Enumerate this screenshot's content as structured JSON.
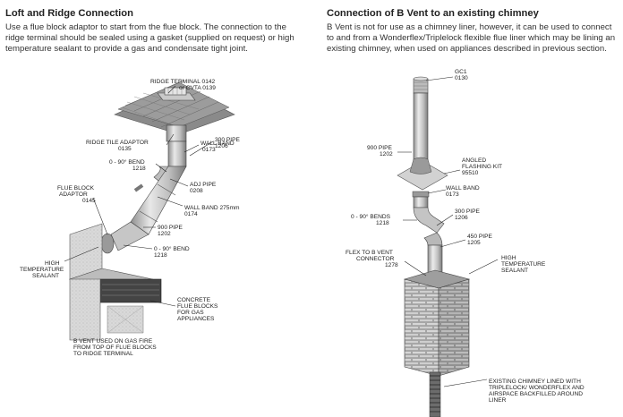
{
  "left": {
    "title": "Loft and Ridge Connection",
    "body": "Use a flue block adaptor to start from the flue block. The connection to the ridge terminal should be sealed using a gasket (supplied on request) or high temperature sealant to provide a gas and condensate tight joint.",
    "labels": {
      "ridge_terminal": [
        "RIDGE TERMINAL  0142",
        "or CVTA  0139"
      ],
      "ridge_tile_adaptor": [
        "RIDGE TILE ADAPTOR",
        "0135"
      ],
      "wall_band_top": [
        "WALL BAND",
        "0173"
      ],
      "bend_top": [
        "0 - 90° BEND",
        "1218"
      ],
      "pipe_300": [
        "300 PIPE",
        "1206"
      ],
      "adj_pipe": [
        "ADJ PIPE",
        "0208"
      ],
      "flue_block_adaptor": [
        "FLUE BLOCK",
        "ADAPTOR",
        "0145"
      ],
      "wall_band_275": [
        "WALL BAND 275mm",
        "0174"
      ],
      "pipe_900": [
        "900 PIPE",
        "1202"
      ],
      "bend_bottom": [
        "0 - 90° BEND",
        "1218"
      ],
      "high_temp_sealant": [
        "HIGH",
        "TEMPERATURE",
        "SEALANT"
      ],
      "concrete_blocks": [
        "CONCRETE",
        "FLUE BLOCKS",
        "FOR GAS",
        "APPLIANCES"
      ],
      "b_vent_note": [
        "B VENT USED ON GAS FIRE",
        "FROM TOP OF FLUE BLOCKS",
        "TO RIDGE TERMINAL"
      ]
    }
  },
  "right": {
    "title": "Connection of B Vent to an existing chimney",
    "body": "B Vent is not for use as a chimney liner, however, it can be used to connect to and from a Wonderflex/Triplelock flexible flue liner which may be lining an existing chimney, when used on appliances described in previous section.",
    "labels": {
      "gc1": [
        "GC1",
        "0130"
      ],
      "pipe_900": [
        "900 PIPE",
        "1202"
      ],
      "angled_flashing": [
        "ANGLED",
        "FLASHING KIT",
        "95510"
      ],
      "wall_band": [
        "WALL BAND",
        "0173"
      ],
      "pipe_300": [
        "300 PIPE",
        "1206"
      ],
      "bends": [
        "0 - 90° BENDS",
        "1218"
      ],
      "pipe_450": [
        "450 PIPE",
        "1205"
      ],
      "flex_connector": [
        "FLEX TO B VENT",
        "CONNECTOR",
        "1278"
      ],
      "high_temp_sealant": [
        "HIGH",
        "TEMPERATURE",
        "SEALANT"
      ],
      "chimney_note": [
        "EXISTING CHIMNEY LINED WITH",
        "TRIPLELOCK/ WONDERFLEX AND",
        "AIRSPACE BACKFILLED AROUND",
        "LINER"
      ]
    }
  }
}
